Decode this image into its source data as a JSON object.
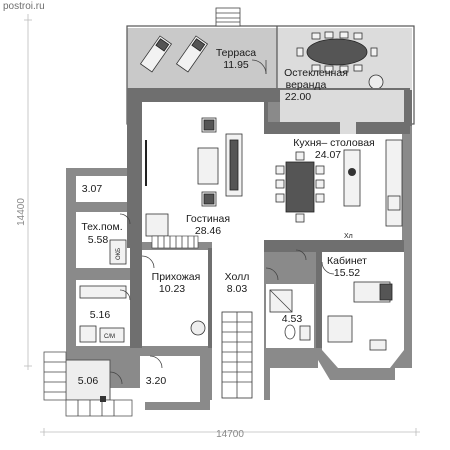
{
  "watermark": "postroi.ru",
  "dimensions": {
    "width": "14700",
    "height": "14400"
  },
  "rooms": [
    {
      "key": "terrace",
      "name": "Терраса",
      "area": "11.95"
    },
    {
      "key": "veranda",
      "name_line1": "Остекленная",
      "name_line2": "веранда",
      "area": "22.00"
    },
    {
      "key": "kitchen",
      "name": "Кухня– столовая",
      "area": "24.07"
    },
    {
      "key": "living",
      "name": "Гостиная",
      "area": "28.46"
    },
    {
      "key": "utility",
      "name": "Тех.пом.",
      "area": "5.58"
    },
    {
      "key": "storage",
      "name": "",
      "area": "3.07"
    },
    {
      "key": "entry",
      "name": "Прихожая",
      "area": "10.23"
    },
    {
      "key": "hall",
      "name": "Холл",
      "area": "8.03"
    },
    {
      "key": "office",
      "name": "Кабинет",
      "area": "15.52"
    },
    {
      "key": "wc",
      "name": "",
      "area": "4.53"
    },
    {
      "key": "bath",
      "name": "",
      "area": "5.16"
    },
    {
      "key": "porch",
      "name": "",
      "area": "5.06"
    },
    {
      "key": "vestibule",
      "name": "",
      "area": "3.20"
    }
  ],
  "fixtures": {
    "boiler": "ОКБ",
    "washer": "С/М",
    "fridge": "Хл"
  }
}
